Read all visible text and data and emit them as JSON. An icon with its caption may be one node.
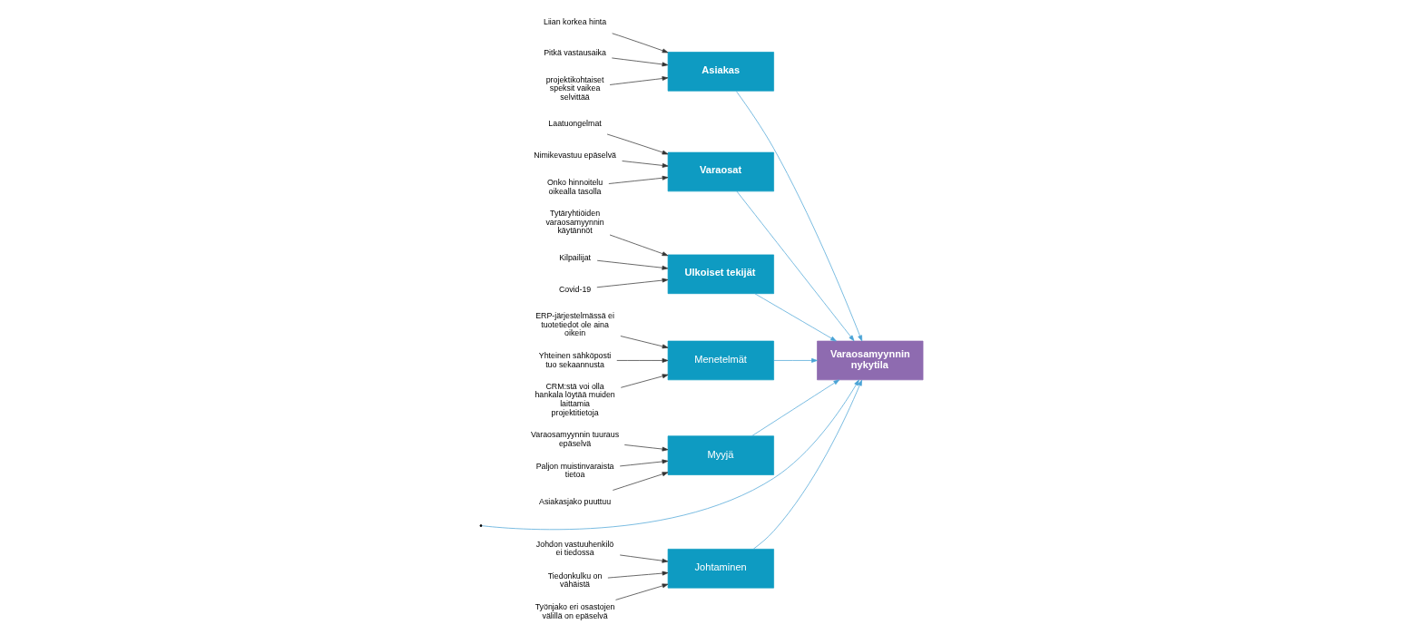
{
  "diagram": {
    "nodes": [
      {
        "text": [
          "Johtaminen"
        ]
      },
      {
        "text": [
          "Asiakas"
        ]
      },
      {
        "text": [
          "Varaosat"
        ]
      },
      {
        "text": [
          "Ulkoiset tekijät"
        ]
      },
      {
        "text": [
          "Menetelmät"
        ]
      },
      {
        "text": [
          "Myyjä"
        ]
      },
      {
        "text": [
          "Varaosamyynnin nykytila"
        ]
      },
      {
        "text": [
          "Johdon vastuuhenkilö ei tiedossa"
        ]
      },
      {
        "text": [
          "Tiedonkulku on vähäistä"
        ]
      },
      {
        "text": [
          "Työnjako eri osastojen välillä on epäselvä"
        ]
      },
      {
        "text": [
          "Tytäryhtiöiden varaosamyynnin käytännöt"
        ]
      },
      {
        "text": [
          "Kilpailijat"
        ]
      },
      {
        "text": [
          "Covid-19"
        ]
      },
      {
        "text": [
          "Liian korkea hinta"
        ]
      },
      {
        "text": [
          "Pitkä vastausaika"
        ]
      },
      {
        "text": [
          "projektikohtaiset speksit vaikea selvittää"
        ]
      },
      {
        "text": [
          "ERP-järjestelmässä ei tuotetiedot ole aina oikein"
        ]
      },
      {
        "text": [
          "Yhteinen sähköposti tuo sekaannusta"
        ]
      },
      {
        "text": [
          "CRM:stä voi olla hankala löytää muiden laittamia projektitietoja"
        ]
      },
      {
        "text": [
          "Laatuongelmat"
        ]
      },
      {
        "text": [
          "Nimikevastuu epäselvä"
        ]
      },
      {
        "text": [
          "Onko hinnoitelu oikealla tasolla"
        ]
      },
      {
        "text": [
          "Varaosamyynnin tuuraus epäselvä"
        ]
      },
      {
        "text": [
          "Paljon muistinvaraista tietoa"
        ]
      },
      {
        "text": [
          "Asiakasjako puuttuu"
        ]
      }
    ],
    "edges": [
      {
        "from": null,
        "to": 6,
        "arrow": "to",
        "color": "#4aa3d6"
      },
      {
        "from": 0,
        "to": 6,
        "arrow": "to",
        "color": "#4aa3d6"
      },
      {
        "from": 3,
        "to": 6,
        "arrow": "to",
        "color": "#4aa3d6"
      },
      {
        "from": 1,
        "to": 6,
        "arrow": "to",
        "color": "#4aa3d6"
      },
      {
        "from": 4,
        "to": 6,
        "arrow": "to",
        "color": "#4aa3d6"
      },
      {
        "from": 2,
        "to": 6,
        "arrow": "to",
        "color": "#4aa3d6"
      },
      {
        "from": 5,
        "to": 6,
        "arrow": "to",
        "color": "#4aa3d6"
      },
      {
        "from": 7,
        "to": 0,
        "arrow": "to"
      },
      {
        "from": 8,
        "to": 0,
        "arrow": "to"
      },
      {
        "from": 9,
        "to": 0,
        "arrow": "to"
      },
      {
        "from": 10,
        "to": 3,
        "arrow": "to"
      },
      {
        "from": 11,
        "to": 3,
        "arrow": "to"
      },
      {
        "from": 12,
        "to": 3,
        "arrow": "to"
      },
      {
        "from": 13,
        "to": 1,
        "arrow": "to"
      },
      {
        "from": 14,
        "to": 1,
        "arrow": "to"
      },
      {
        "from": 15,
        "to": 1,
        "arrow": "to"
      },
      {
        "from": 16,
        "to": 4,
        "arrow": "to"
      },
      {
        "from": 17,
        "to": 4,
        "arrow": "to"
      },
      {
        "from": 18,
        "to": 4,
        "arrow": "to"
      },
      {
        "from": 19,
        "to": 2,
        "arrow": "to"
      },
      {
        "from": 20,
        "to": 2,
        "arrow": "to"
      },
      {
        "from": 21,
        "to": 2,
        "arrow": "to"
      },
      {
        "from": 22,
        "to": 5,
        "arrow": "to"
      },
      {
        "from": 23,
        "to": 5,
        "arrow": "to"
      },
      {
        "from": 24,
        "to": 5,
        "arrow": "to"
      }
    ]
  }
}
